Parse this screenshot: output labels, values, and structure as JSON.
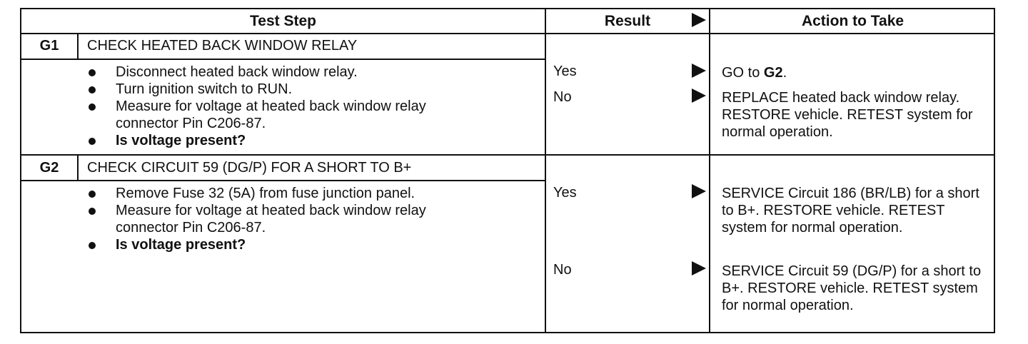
{
  "header": {
    "test_step": "Test Step",
    "result": "Result",
    "action": "Action to Take"
  },
  "steps": [
    {
      "code": "G1",
      "title": "CHECK HEATED BACK WINDOW RELAY",
      "bullets": [
        {
          "text": "Disconnect heated back window relay.",
          "bold": false
        },
        {
          "text": "Turn ignition switch to RUN.",
          "bold": false
        },
        {
          "text": "Measure for voltage at heated back window relay connector Pin C206-87.",
          "bold": false
        },
        {
          "text": "Is voltage present?",
          "bold": true
        }
      ],
      "results": [
        {
          "label": "Yes",
          "action_prefix": "GO to ",
          "action_bold": "G2",
          "action_suffix": "."
        },
        {
          "label": "No",
          "action": "REPLACE heated back window relay. RESTORE vehicle. RETEST system for normal operation."
        }
      ]
    },
    {
      "code": "G2",
      "title": "CHECK CIRCUIT 59 (DG/P) FOR A SHORT TO B+",
      "bullets": [
        {
          "text": "Remove Fuse 32 (5A) from fuse junction panel.",
          "bold": false
        },
        {
          "text": "Measure for voltage at heated back window relay connector Pin C206-87.",
          "bold": false
        },
        {
          "text": "Is voltage present?",
          "bold": true
        }
      ],
      "results": [
        {
          "label": "Yes",
          "action": "SERVICE Circuit 186 (BR/LB) for a short to B+. RESTORE vehicle. RETEST system for normal operation."
        },
        {
          "label": "No",
          "action": "SERVICE Circuit 59 (DG/P) for a short to B+. RESTORE vehicle. RETEST system for normal operation."
        }
      ]
    }
  ]
}
